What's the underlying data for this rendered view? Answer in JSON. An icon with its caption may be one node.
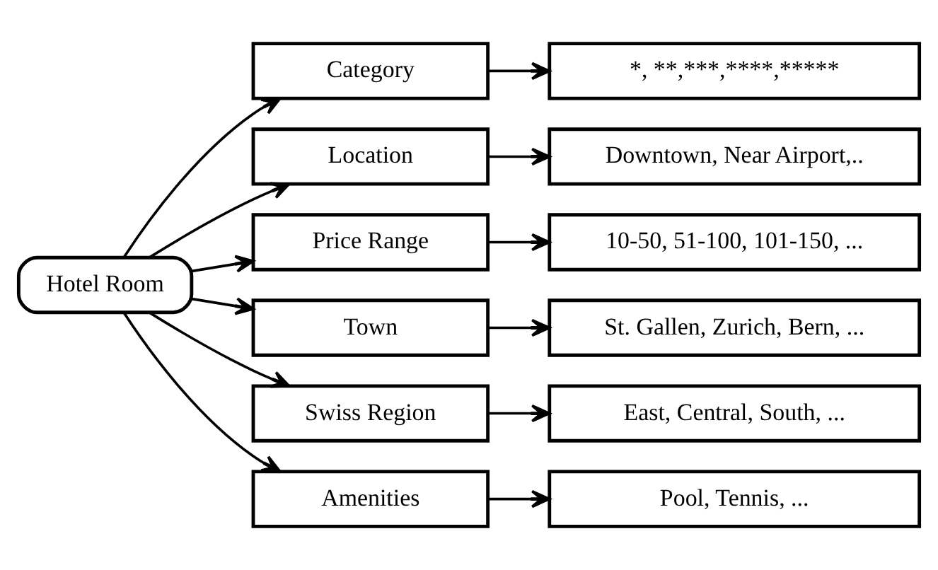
{
  "diagram": {
    "nodes": [
      {
        "text": [
          "Hotel Room"
        ]
      },
      {
        "text": [
          "Category"
        ]
      },
      {
        "text": [
          "*, **,***,****,*****"
        ]
      },
      {
        "text": [
          "Location"
        ]
      },
      {
        "text": [
          "Downtown, Near Airport,.."
        ]
      },
      {
        "text": [
          "Price Range"
        ]
      },
      {
        "text": [
          "10-50, 51-100, 101-150, ..."
        ]
      },
      {
        "text": [
          "Town"
        ]
      },
      {
        "text": [
          "St. Gallen, Zurich, Bern, ..."
        ]
      },
      {
        "text": [
          "Swiss Region"
        ]
      },
      {
        "text": [
          "East, Central, South, ..."
        ]
      },
      {
        "text": [
          "Amenities"
        ]
      },
      {
        "text": [
          "Pool, Tennis, ..."
        ]
      }
    ],
    "edges": [
      {
        "from": 0,
        "to": 1,
        "arrow": "to"
      },
      {
        "from": 0,
        "to": 3,
        "arrow": "to"
      },
      {
        "from": 0,
        "to": 5,
        "arrow": "to"
      },
      {
        "from": 0,
        "to": 7,
        "arrow": "to"
      },
      {
        "from": 0,
        "to": 9,
        "arrow": "to"
      },
      {
        "from": 0,
        "to": 11,
        "arrow": "to"
      },
      {
        "from": 1,
        "to": 2,
        "arrow": "to"
      },
      {
        "from": 3,
        "to": 4,
        "arrow": "to"
      },
      {
        "from": 5,
        "to": 6,
        "arrow": "to"
      },
      {
        "from": 7,
        "to": 8,
        "arrow": "to"
      },
      {
        "from": 9,
        "to": 10,
        "arrow": "to"
      },
      {
        "from": 11,
        "to": 12,
        "arrow": "to"
      }
    ]
  }
}
